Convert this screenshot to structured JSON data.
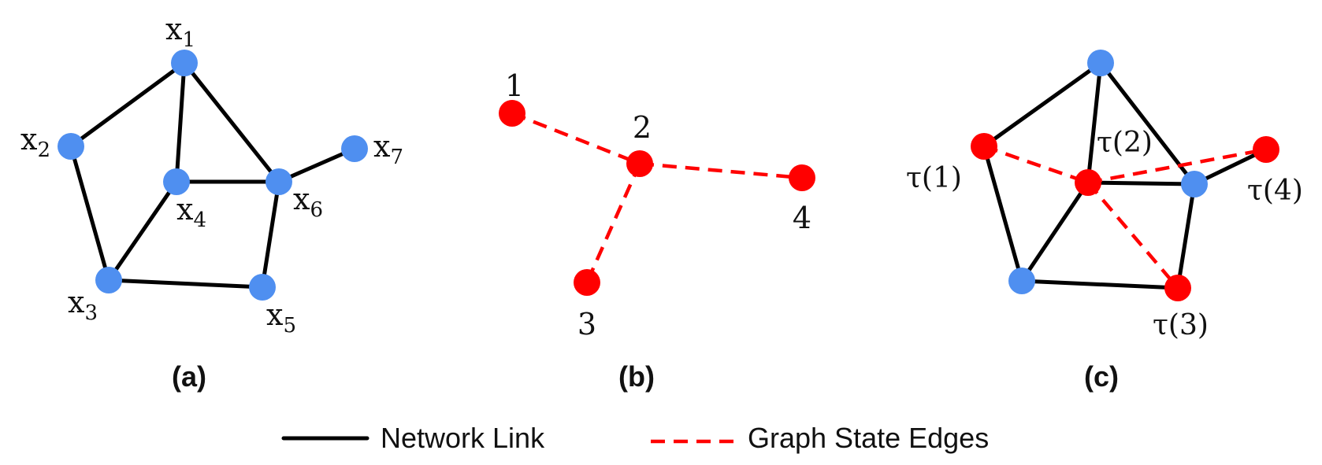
{
  "colors": {
    "network_node": "#4f8ff0",
    "state_node": "#ff0000",
    "network_link": "#000000",
    "graph_state_edge": "#ff0000"
  },
  "panel_a": {
    "caption": "(a)",
    "node_labels": [
      {
        "base": "x",
        "sub": "1"
      },
      {
        "base": "x",
        "sub": "2"
      },
      {
        "base": "x",
        "sub": "3"
      },
      {
        "base": "x",
        "sub": "4"
      },
      {
        "base": "x",
        "sub": "5"
      },
      {
        "base": "x",
        "sub": "6"
      },
      {
        "base": "x",
        "sub": "7"
      }
    ]
  },
  "panel_b": {
    "caption": "(b)",
    "node_labels": [
      "1",
      "2",
      "3",
      "4"
    ]
  },
  "panel_c": {
    "caption": "(c)",
    "node_labels": [
      "τ(1)",
      "τ(2)",
      "τ(3)",
      "τ(4)"
    ]
  },
  "legend": {
    "network_link": "Network Link",
    "graph_state_edges": "Graph State Edges"
  }
}
